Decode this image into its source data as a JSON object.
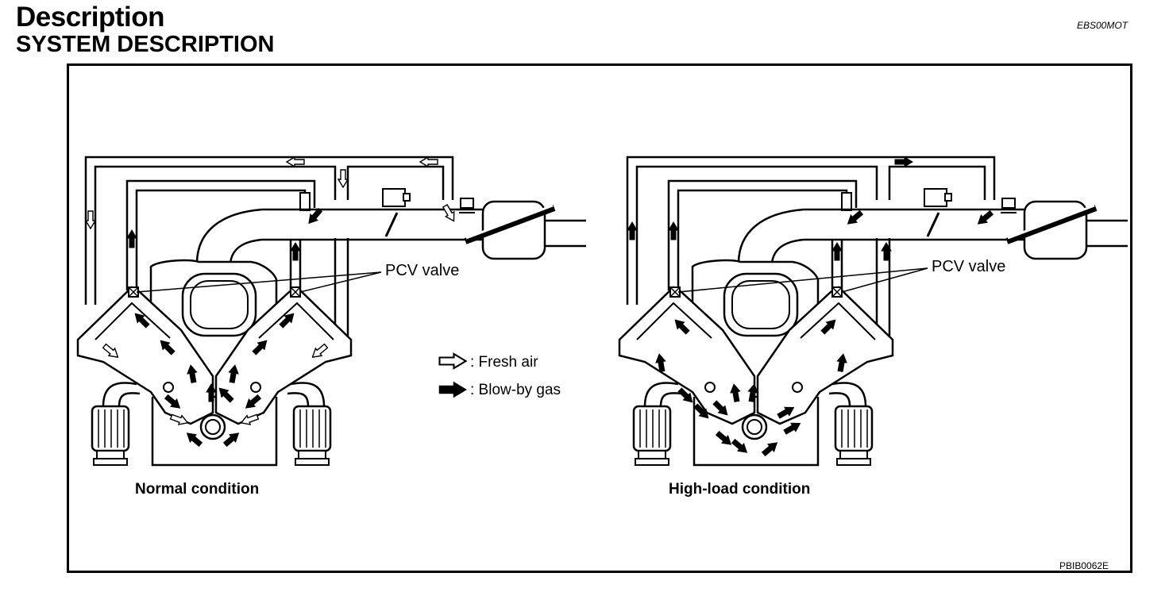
{
  "header": {
    "title": "Description",
    "subtitle": "SYSTEM DESCRIPTION",
    "code": "EBS00MOT"
  },
  "figure": {
    "left": {
      "callout": "PCV valve",
      "caption": "Normal condition"
    },
    "right": {
      "callout": "PCV valve",
      "caption": "High-load condition"
    },
    "legend": [
      {
        "icon": "outlined-arrow-icon",
        "label": ": Fresh air"
      },
      {
        "icon": "solid-arrow-icon",
        "label": ": Blow-by gas"
      }
    ],
    "figure_id": "PBIB0062E"
  }
}
